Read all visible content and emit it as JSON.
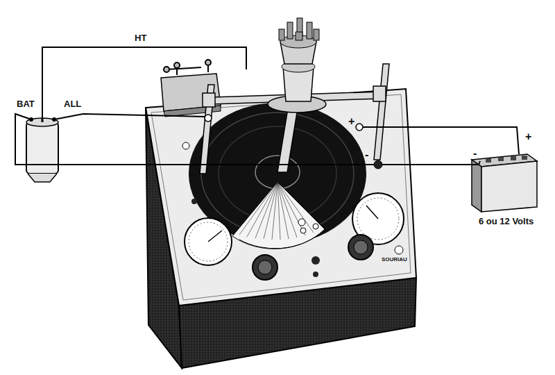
{
  "diagram": {
    "labels": [
      "HT",
      "BAT",
      "ALL",
      "+",
      "-",
      "-",
      "+",
      "6 ou 12 Volts",
      "SOURIAU"
    ]
  }
}
